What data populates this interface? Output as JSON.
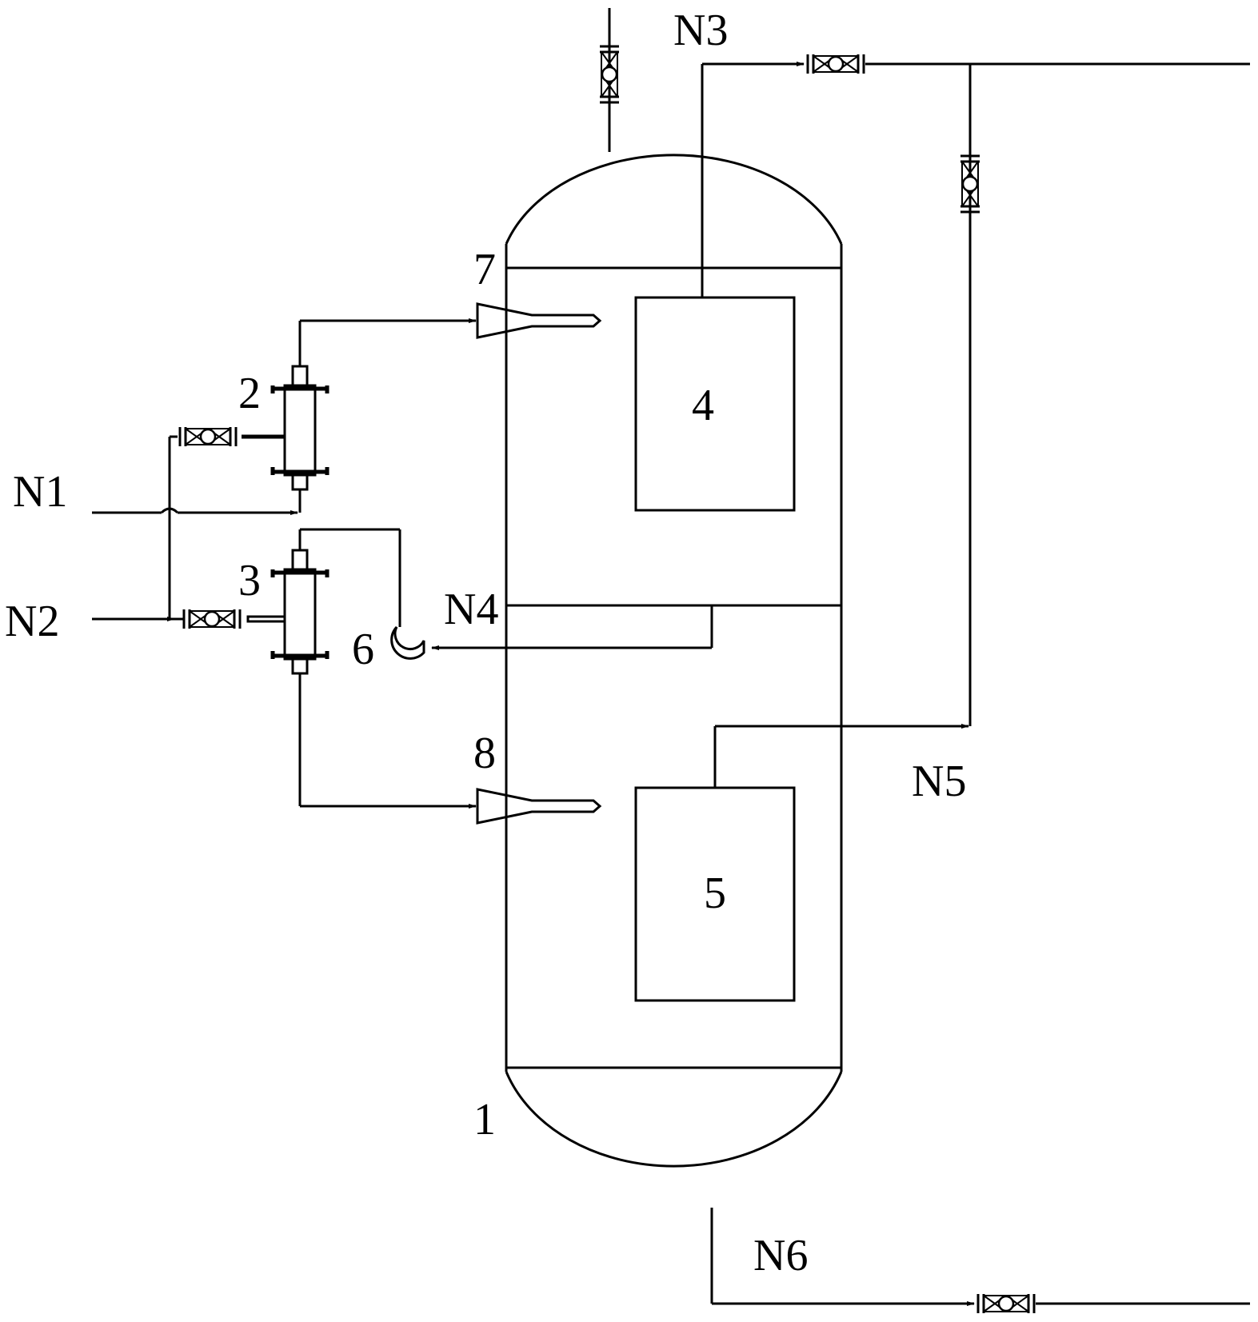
{
  "labels": {
    "vessel": "1",
    "exchanger_top": "2",
    "exchanger_bottom": "3",
    "unit_upper": "4",
    "unit_lower": "5",
    "pump": "6",
    "ejector_upper": "7",
    "ejector_lower": "8",
    "n1": "N1",
    "n2": "N2",
    "n3": "N3",
    "n4": "N4",
    "n5": "N5",
    "n6": "N6"
  },
  "colors": {
    "line": "#000000",
    "background": "#ffffff"
  }
}
